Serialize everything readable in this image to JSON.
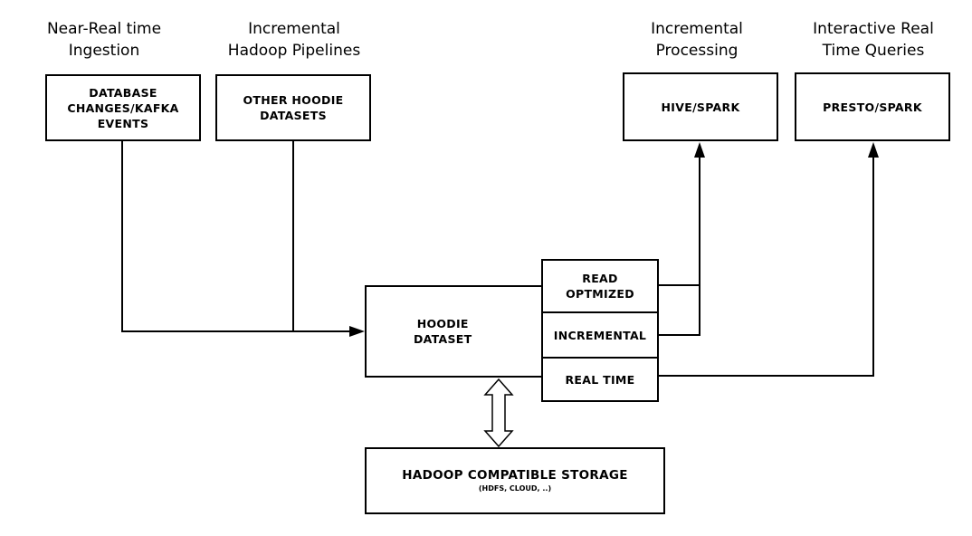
{
  "labels": {
    "near_real_time": "Near-Real time\nIngestion",
    "incremental_pipelines": "Incremental\nHadoop Pipelines",
    "incremental_processing": "Incremental\nProcessing",
    "interactive_queries": "Interactive Real\nTime Queries"
  },
  "sources": {
    "db_changes": "DATABASE\nCHANGES/KAFKA\nEVENTS",
    "other_datasets": "OTHER HOODIE\nDATASETS"
  },
  "consumers": {
    "hive_spark": "HIVE/SPARK",
    "presto_spark": "PRESTO/SPARK"
  },
  "dataset": {
    "title": "HOODIE\nDATASET",
    "views": {
      "read_optimized": "READ\nOPTMIZED",
      "incremental": "INCREMENTAL",
      "real_time": "REAL TIME"
    }
  },
  "storage": {
    "title": "HADOOP COMPATIBLE STORAGE",
    "subtitle": "(HDFS, CLOUD, ..)"
  }
}
